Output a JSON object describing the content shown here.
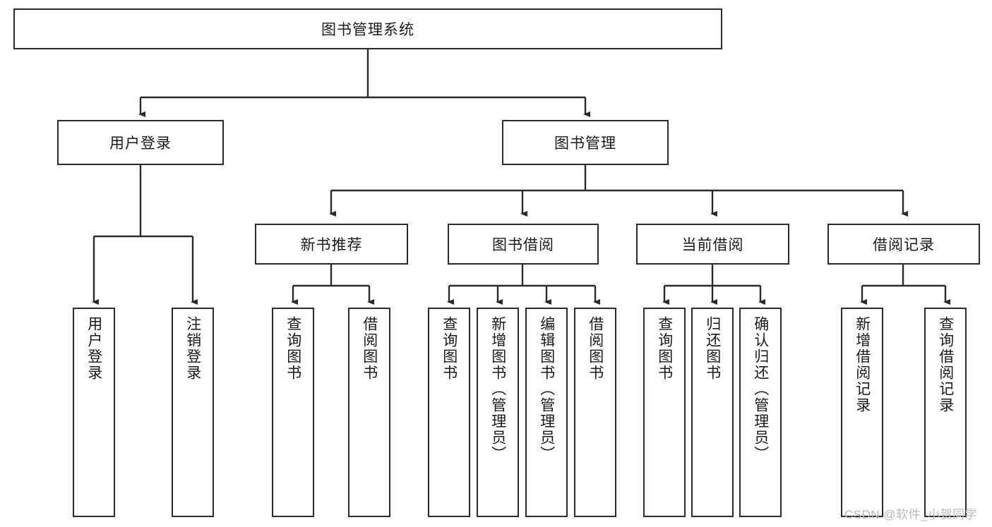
{
  "diagram": {
    "type": "tree",
    "title": "图书管理系统",
    "orientation": "top-down",
    "colors": {
      "box_border": "#2b2b2b",
      "box_fill": "#ffffff",
      "line": "#2b2b2b",
      "text": "#1a1a1a",
      "watermark": "#b9b9b9"
    },
    "root": {
      "label": "图书管理系统"
    },
    "level2": [
      {
        "label": "用户登录"
      },
      {
        "label": "图书管理"
      }
    ],
    "level3": [
      {
        "label": "新书推荐"
      },
      {
        "label": "图书借阅"
      },
      {
        "label": "当前借阅"
      },
      {
        "label": "借阅记录"
      }
    ],
    "leaves_user_login": [
      {
        "label": "用户登录"
      },
      {
        "label": "注销登录"
      }
    ],
    "leaves_new_book": [
      {
        "label": "查询图书"
      },
      {
        "label": "借阅图书"
      }
    ],
    "leaves_book_borrow": [
      {
        "label": "查询图书"
      },
      {
        "label": "新增图书（管理员）"
      },
      {
        "label": "编辑图书（管理员）"
      },
      {
        "label": "借阅图书"
      }
    ],
    "leaves_current_borrow": [
      {
        "label": "查询图书"
      },
      {
        "label": "归还图书"
      },
      {
        "label": "确认归还（管理员）"
      }
    ],
    "leaves_borrow_record": [
      {
        "label": "新增借阅记录"
      },
      {
        "label": "查询借阅记录"
      }
    ],
    "watermark": "CSDN @软件_小贺同学"
  }
}
